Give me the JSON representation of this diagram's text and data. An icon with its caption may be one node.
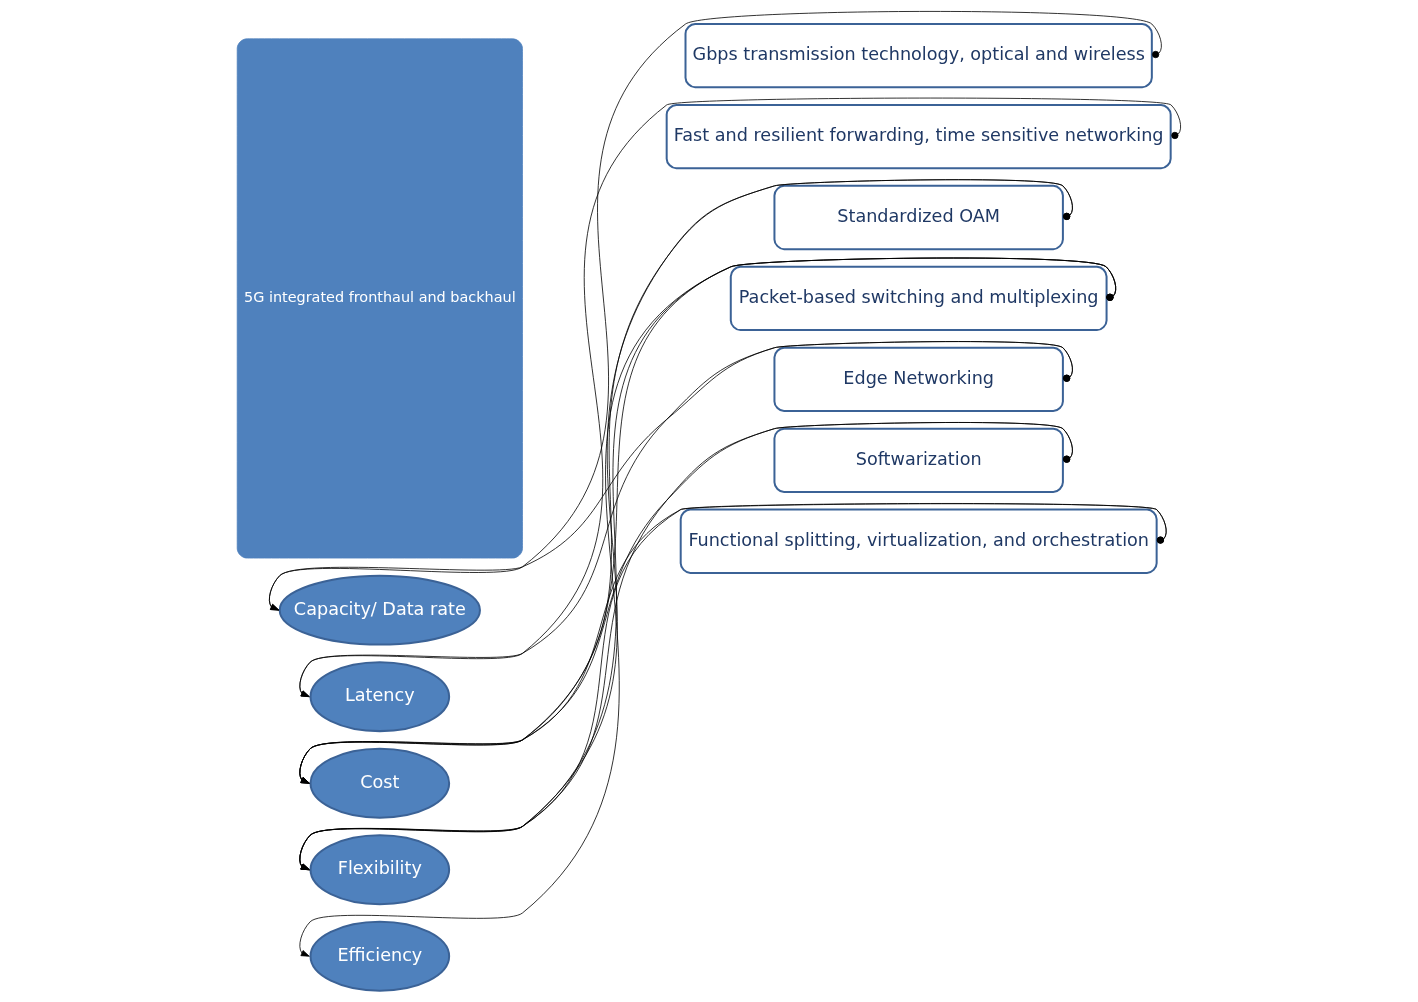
{
  "diagram": {
    "nodes": [
      {
        "text": [
          "5G integrated fronthaul and backhaul"
        ]
      },
      {
        "text": [
          "Gbps transmission technology, optical and wireless"
        ]
      },
      {
        "text": [
          "Fast and resilient forwarding, time sensitive networking"
        ]
      },
      {
        "text": [
          "Standardized OAM"
        ]
      },
      {
        "text": [
          "Packet-based switching and multiplexing"
        ]
      },
      {
        "text": [
          "Edge Networking"
        ]
      },
      {
        "text": [
          "Softwarization"
        ]
      },
      {
        "text": [
          "Functional splitting, virtualization, and orchestration"
        ]
      },
      {
        "text": [
          "Capacity/ Data rate"
        ]
      },
      {
        "text": [
          "Latency"
        ]
      },
      {
        "text": [
          "Cost"
        ]
      },
      {
        "text": [
          "Flexibility"
        ]
      },
      {
        "text": [
          "Efficiency"
        ]
      }
    ],
    "edges": [
      {
        "from": 1,
        "to": 8,
        "arrow": "to"
      },
      {
        "from": 2,
        "to": 9,
        "arrow": "to"
      },
      {
        "from": 3,
        "to": 10,
        "arrow": "to"
      },
      {
        "from": 3,
        "to": 11,
        "arrow": "to"
      },
      {
        "from": 4,
        "to": 10,
        "arrow": "to"
      },
      {
        "from": 4,
        "to": 11,
        "arrow": "to"
      },
      {
        "from": 4,
        "to": 12,
        "arrow": "to"
      },
      {
        "from": 5,
        "to": 8,
        "arrow": "to"
      },
      {
        "from": 5,
        "to": 9,
        "arrow": "to"
      },
      {
        "from": 6,
        "to": 10,
        "arrow": "to"
      },
      {
        "from": 6,
        "to": 11,
        "arrow": "to"
      },
      {
        "from": 7,
        "to": 10,
        "arrow": "to"
      },
      {
        "from": 7,
        "to": 11,
        "arrow": "to"
      }
    ]
  }
}
